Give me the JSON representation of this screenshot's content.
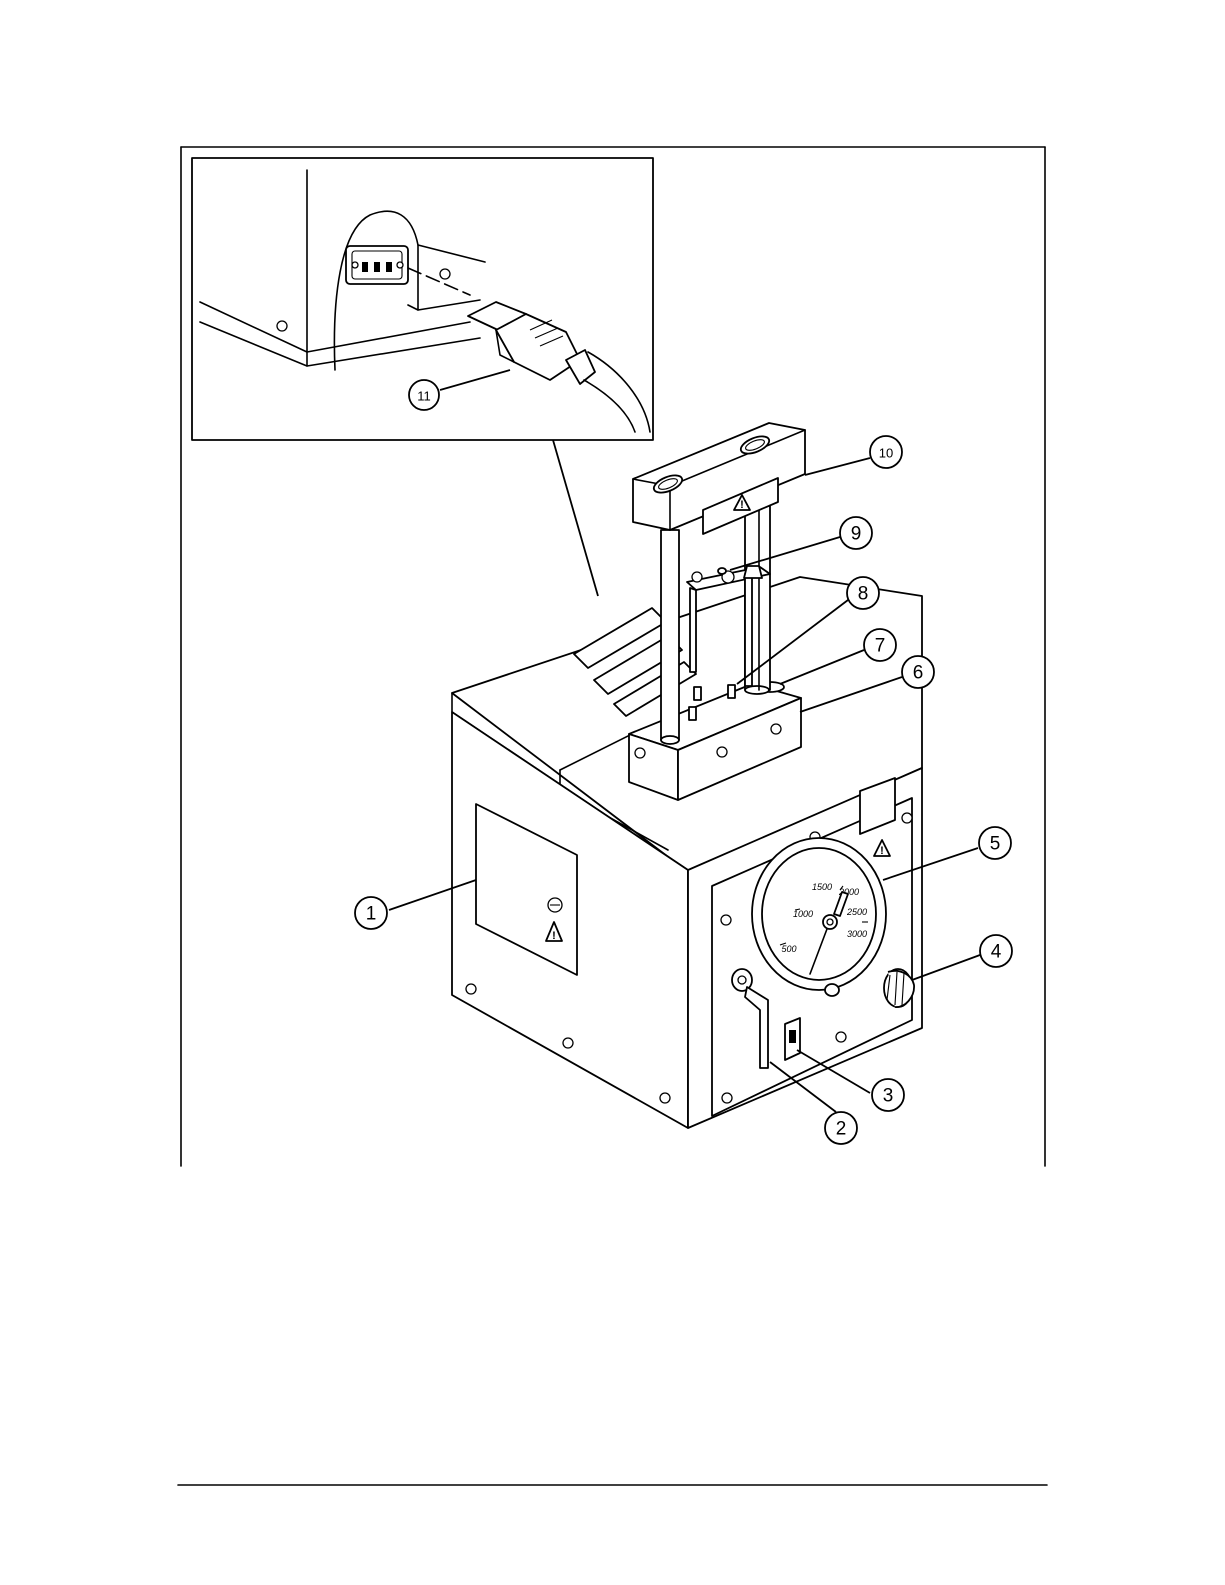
{
  "figure": {
    "callouts": [
      {
        "label": "1",
        "part": "side-panel"
      },
      {
        "label": "2",
        "part": "crank-handle"
      },
      {
        "label": "3",
        "part": "rocker-switch"
      },
      {
        "label": "4",
        "part": "release-knob"
      },
      {
        "label": "5",
        "part": "pressure-gauge"
      },
      {
        "label": "6",
        "part": "ram-block"
      },
      {
        "label": "7",
        "part": "ram-bore"
      },
      {
        "label": "8",
        "part": "locating-pins"
      },
      {
        "label": "9",
        "part": "die-holder"
      },
      {
        "label": "10",
        "part": "crosshead"
      },
      {
        "label": "11",
        "part": "power-cord-plug"
      }
    ],
    "gauge": {
      "scale_labels": [
        "500",
        "1000",
        "1500",
        "2000",
        "2500",
        "3000"
      ]
    },
    "warning_symbol": "!"
  },
  "colors": {
    "ink": "#000000",
    "paper": "#ffffff"
  }
}
